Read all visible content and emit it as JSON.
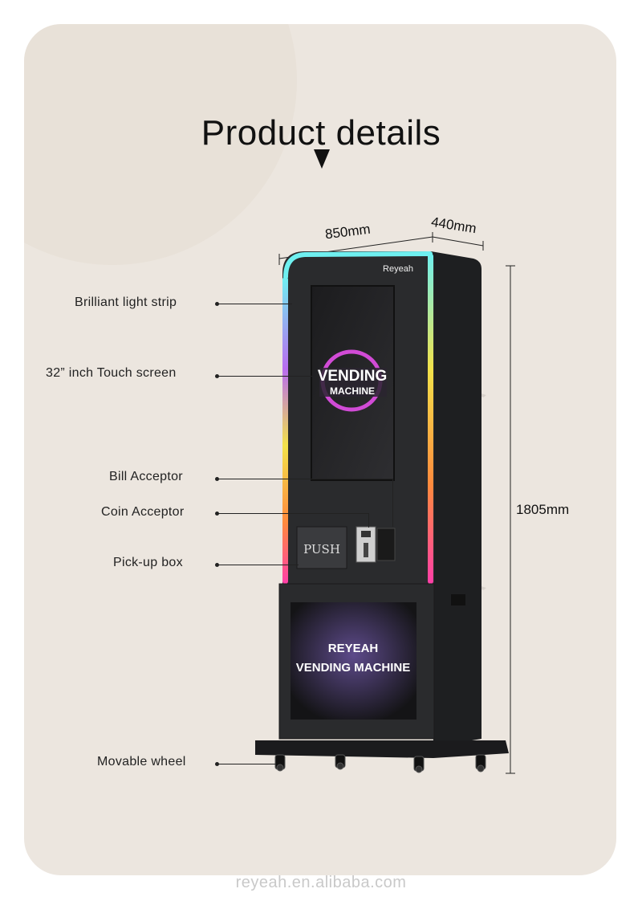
{
  "title": "Product details",
  "dimensions": {
    "width": "850mm",
    "depth": "440mm",
    "height": "1805mm"
  },
  "callouts": [
    {
      "label": "Brilliant light strip"
    },
    {
      "label": "32”  inch Touch screen"
    },
    {
      "label": "Bill Acceptor"
    },
    {
      "label": "Coin Acceptor"
    },
    {
      "label": "Pick-up box"
    },
    {
      "label": "Movable wheel"
    }
  ],
  "machine": {
    "brand": "Reyeah",
    "screen_text_line1": "VENDING",
    "screen_text_line2": "MACHINE",
    "push_label": "PUSH",
    "lower_panel_line1": "REYEAH",
    "lower_panel_line2": "VENDING MACHINE"
  },
  "footer": "reyeah.en.alibaba.com",
  "colors": {
    "card_bg": "#ece6df",
    "machine_body": "#2a2b2d",
    "light_strip_top": "#6ff0f0",
    "light_strip_mid": "#f2e24a",
    "light_strip_bottom": "#ff3fa8",
    "neon_ring": "#d14bd6"
  }
}
